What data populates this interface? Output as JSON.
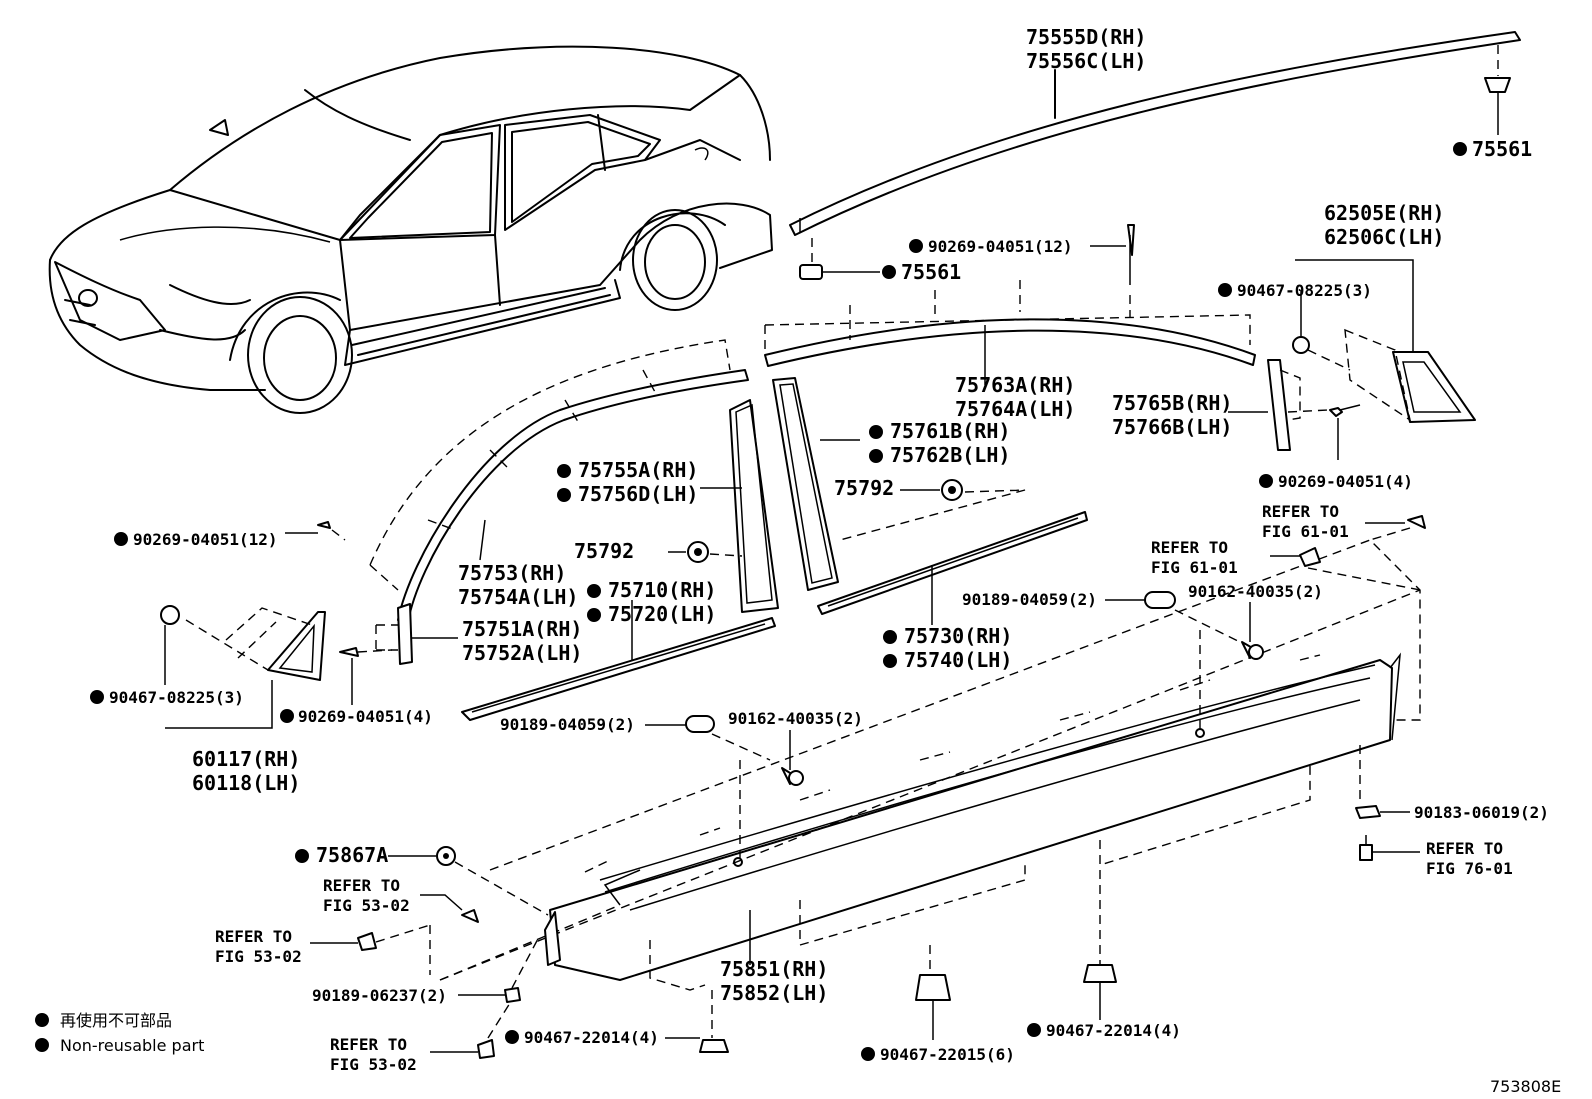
{
  "labels": {
    "roof_rh": "75555D(RH)",
    "roof_lh": "75556C(LH)",
    "clip_75561_top": "75561",
    "clip_75561_left": "75561",
    "screw_12_top": "90269-04051(12)",
    "clip_62505_rh": "62505E(RH)",
    "clip_62506_lh": "62506C(LH)",
    "clip_90467_top": "90467-08225(3)",
    "mould_763_rh": "75763A(RH)",
    "mould_764_lh": "75764A(LH)",
    "mould_765_rh": "75765B(RH)",
    "mould_766_lh": "75766B(LH)",
    "screw_4_right": "90269-04051(4)",
    "garn_761_rh": "75761B(RH)",
    "garn_762_lh": "75762B(LH)",
    "clip_792_a": "75792",
    "garn_755_rh": "75755A(RH)",
    "garn_756_lh": "75756D(LH)",
    "clip_792_b": "75792",
    "screw_12_left": "90269-04051(12)",
    "mould_753_rh": "75753(RH)",
    "mould_754_lh": "75754A(LH)",
    "belt_710_rh": "75710(RH)",
    "belt_720_lh": "75720(LH)",
    "belt_730_rh": "75730(RH)",
    "belt_740_lh": "75740(LH)",
    "refer_61_a1": "REFER TO",
    "refer_61_a2": "FIG 61-01",
    "refer_61_b1": "REFER TO",
    "refer_61_b2": "FIG 61-01",
    "plug_059_right": "90189-04059(2)",
    "bolt_035_right": "90162-40035(2)",
    "gar_751_rh": "75751A(RH)",
    "gar_752_lh": "75752A(LH)",
    "clip_90467_left": "90467-08225(3)",
    "screw_4_left": "90269-04051(4)",
    "cover_117_rh": "60117(RH)",
    "cover_118_lh": "60118(LH)",
    "plug_059_left": "90189-04059(2)",
    "bolt_035_left": "90162-40035(2)",
    "nut_019": "90183-06019(2)",
    "refer_76_1": "REFER TO",
    "refer_76_2": "FIG 76-01",
    "clip_867": "75867A",
    "refer_53_a1": "REFER TO",
    "refer_53_a2": "FIG 53-02",
    "refer_53_b1": "REFER TO",
    "refer_53_b2": "FIG 53-02",
    "rocker_851_rh": "75851(RH)",
    "rocker_852_lh": "75852(LH)",
    "plug_237": "90189-06237(2)",
    "refer_53_c1": "REFER TO",
    "refer_53_c2": "FIG 53-02",
    "clip_014_a": "90467-22014(4)",
    "clip_015": "90467-22015(6)",
    "clip_014_b": "90467-22014(4)"
  },
  "legend": {
    "jp": "再使用不可部品",
    "en": "Non-reusable part"
  },
  "figure_code": "753808E"
}
